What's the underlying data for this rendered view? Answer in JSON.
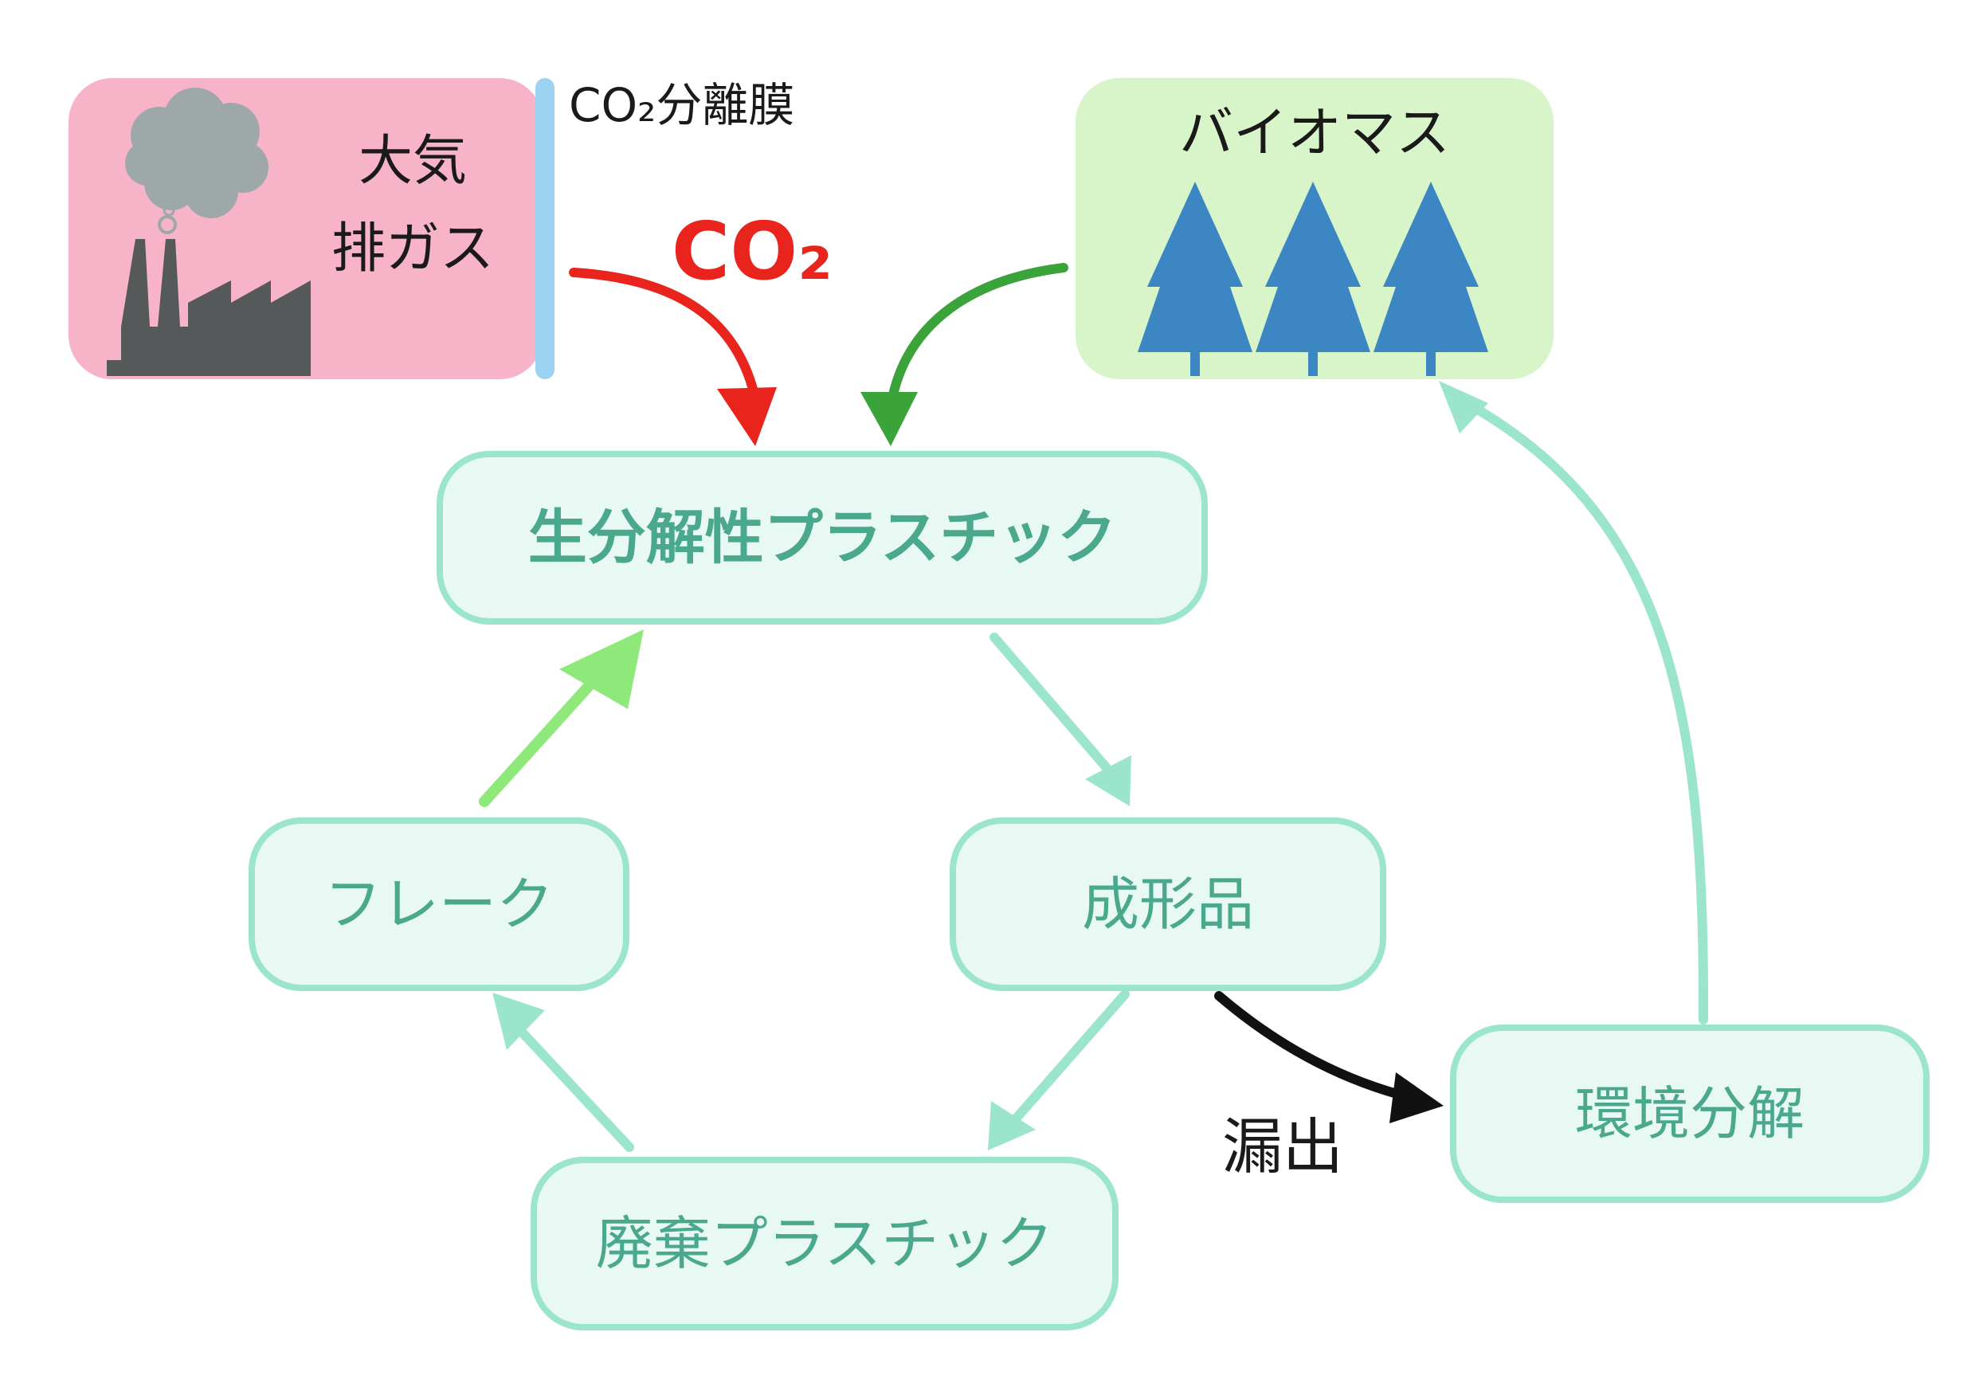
{
  "atmosphere_box": {
    "line1": "大気",
    "line2": "排ガス",
    "icon": "factory-smoke-icon",
    "color": "#f7b3c7"
  },
  "membrane": {
    "label": "CO₂分離膜",
    "color": "#9dd3f2"
  },
  "co2_label": {
    "text": "CO₂",
    "color": "#e8241c"
  },
  "biomass_box": {
    "label": "バイオマス",
    "icon": "tree-icon",
    "color": "#d7f5c9",
    "tree_color": "#3d86c4"
  },
  "nodes": {
    "bioplastic": "生分解性プラスチック",
    "molded": "成形品",
    "waste": "廃棄プラスチック",
    "flake": "フレーク",
    "decomposition": "環境分解"
  },
  "leak_label": "漏出",
  "colors": {
    "node_fill": "#e8f8f2",
    "node_stroke": "#9be5cd",
    "node_text": "#4aa88d",
    "arrow_cycle": "#9be5cd",
    "arrow_recycle": "#8fe87a",
    "arrow_biomass": "#3aa33a",
    "arrow_co2": "#e8241c",
    "arrow_leak": "#111111"
  }
}
